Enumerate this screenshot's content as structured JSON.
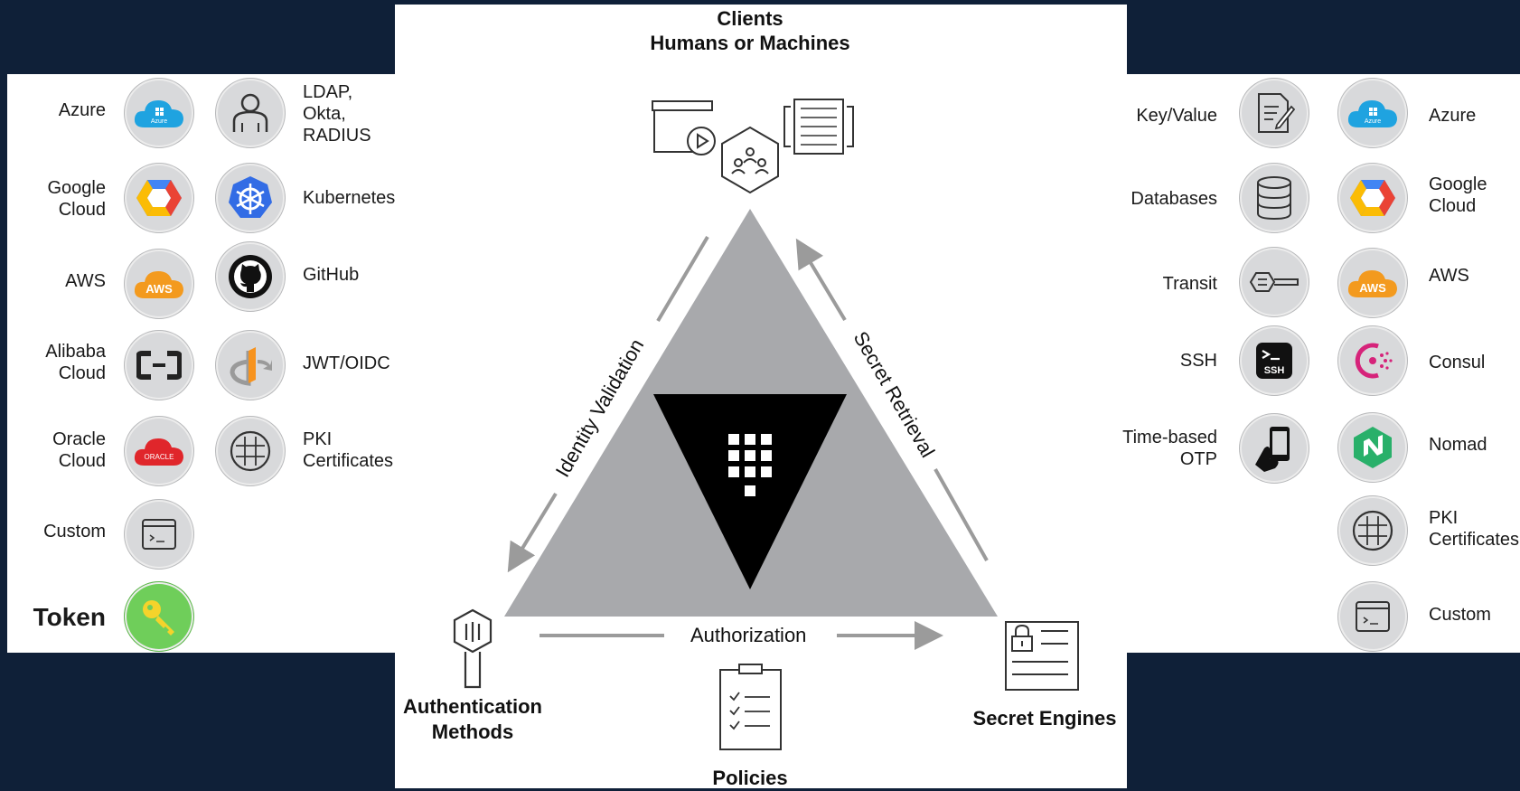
{
  "clients": {
    "title": "Clients",
    "subtitle": "Humans or Machines"
  },
  "edges": {
    "identity": "Identity Validation",
    "secret": "Secret Retrieval",
    "authorization": "Authorization"
  },
  "corners": {
    "auth_methods": "Authentication\nMethods",
    "secret_engines": "Secret Engines",
    "policies": "Policies"
  },
  "left": {
    "col1": [
      {
        "label": "Azure",
        "icon": "azure-cloud-icon"
      },
      {
        "label": "Google\nCloud",
        "icon": "google-cloud-icon"
      },
      {
        "label": "AWS",
        "icon": "aws-icon"
      },
      {
        "label": "Alibaba\nCloud",
        "icon": "alibaba-cloud-icon"
      },
      {
        "label": "Oracle\nCloud",
        "icon": "oracle-cloud-icon"
      },
      {
        "label": "Custom",
        "icon": "terminal-icon"
      },
      {
        "label": "Token",
        "icon": "key-icon"
      }
    ],
    "col2": [
      {
        "label": "LDAP,\nOkta,\nRADIUS",
        "icon": "user-icon"
      },
      {
        "label": "Kubernetes",
        "icon": "kubernetes-icon"
      },
      {
        "label": "GitHub",
        "icon": "github-icon"
      },
      {
        "label": "JWT/OIDC",
        "icon": "openid-icon"
      },
      {
        "label": "PKI\nCertificates",
        "icon": "globe-icon"
      }
    ]
  },
  "right": {
    "col1": [
      {
        "label": "Key/Value",
        "icon": "document-edit-icon"
      },
      {
        "label": "Databases",
        "icon": "database-icon"
      },
      {
        "label": "Transit",
        "icon": "transit-key-icon"
      },
      {
        "label": "SSH",
        "icon": "ssh-icon"
      },
      {
        "label": "Time-based\nOTP",
        "icon": "phone-icon"
      }
    ],
    "col2": [
      {
        "label": "Azure",
        "icon": "azure-cloud-icon"
      },
      {
        "label": "Google\nCloud",
        "icon": "google-cloud-icon"
      },
      {
        "label": "AWS",
        "icon": "aws-icon"
      },
      {
        "label": "Consul",
        "icon": "consul-icon"
      },
      {
        "label": "Nomad",
        "icon": "nomad-icon"
      },
      {
        "label": "PKI\nCertificates",
        "icon": "globe-icon"
      },
      {
        "label": "Custom",
        "icon": "terminal-icon"
      }
    ]
  },
  "badge_text": {
    "azure": "Azure",
    "aws": "AWS",
    "oracle": "ORACLE",
    "ssh": "SSH"
  },
  "colors": {
    "background": "#0f2038",
    "triangle": "#a8a9ac",
    "azure": "#1fa3e0",
    "aws": "#f39a1e",
    "oracle": "#e0262b",
    "token": "#6fce5a",
    "consul": "#d6237a",
    "nomad": "#29b06a",
    "kubernetes": "#326ce5"
  }
}
